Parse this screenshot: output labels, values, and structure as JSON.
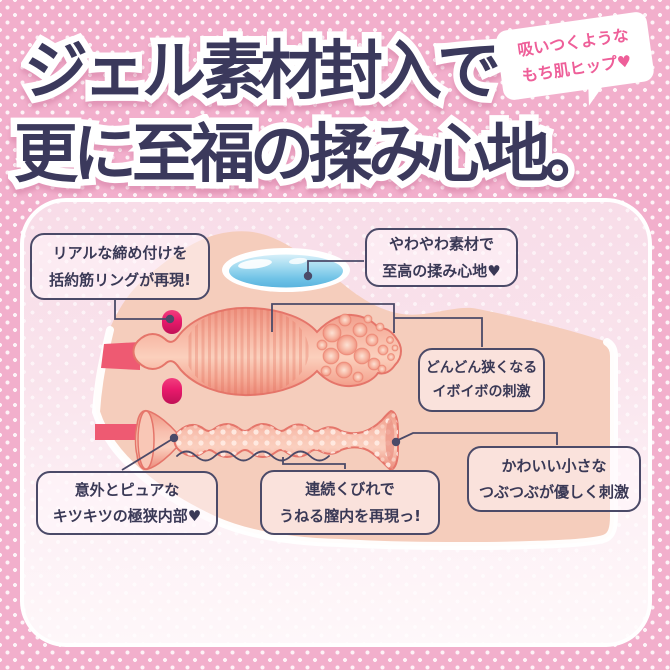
{
  "headline": {
    "line1": "ジェル素材封入で",
    "line2": "更に至福の揉み心地。"
  },
  "speech_bubble": {
    "line1": "吸いつくような",
    "line2": "もち肌ヒップ♥"
  },
  "callouts": [
    {
      "id": "sphincter-ring",
      "line1": "リアルな締め付けを",
      "line2": "括約筋リングが再現!"
    },
    {
      "id": "soft-material",
      "line1": "やわやわ素材で",
      "line2": "至高の揉み心地♥"
    },
    {
      "id": "narrowing-bumps",
      "line1": "どんどん狭くなる",
      "line2": "イボイボの刺激"
    },
    {
      "id": "small-granules",
      "line1": "かわいい小さな",
      "line2": "つぶつぶが優しく刺激"
    },
    {
      "id": "tight-interior",
      "line1": "意外とピュアな",
      "line2": "キツキツの極狭内部♥"
    },
    {
      "id": "continuous-waist",
      "line1": "連続くびれで",
      "line2": "うねる膣内を再現っ!"
    }
  ],
  "colors": {
    "background": "#f2afcc",
    "panel": "#f9e3ec",
    "headline_text": "#3b395c",
    "headline_outline": "#ffffff",
    "bubble_text": "#ee5f99",
    "callout_line": "#4b4a68",
    "callout_text": "#3a3956",
    "flesh": "#f5cdbc",
    "tunnel_edge": "#e5756a",
    "ring_magenta": "#e8196b",
    "entry_tube": "#ee5a72",
    "gel_blue": "#5fb9e2"
  }
}
